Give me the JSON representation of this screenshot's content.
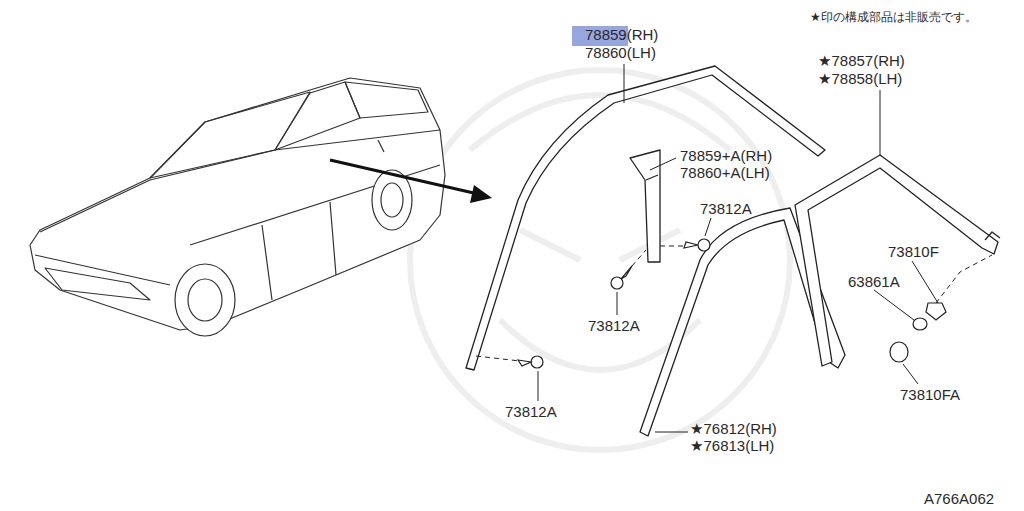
{
  "diagram": {
    "labels": [
      "★印の構成部品は非販売です。",
      "78859(RH)",
      "78860(LH)",
      "★78857(RH)",
      "★78858(LH)",
      "78859+A(RH)",
      "78860+A(LH)",
      "73812A",
      "73810F",
      "63861A",
      "73812A",
      "73810FA",
      "73812A",
      "★76812(RH)",
      "★76813(LH)",
      "A766A062"
    ]
  }
}
